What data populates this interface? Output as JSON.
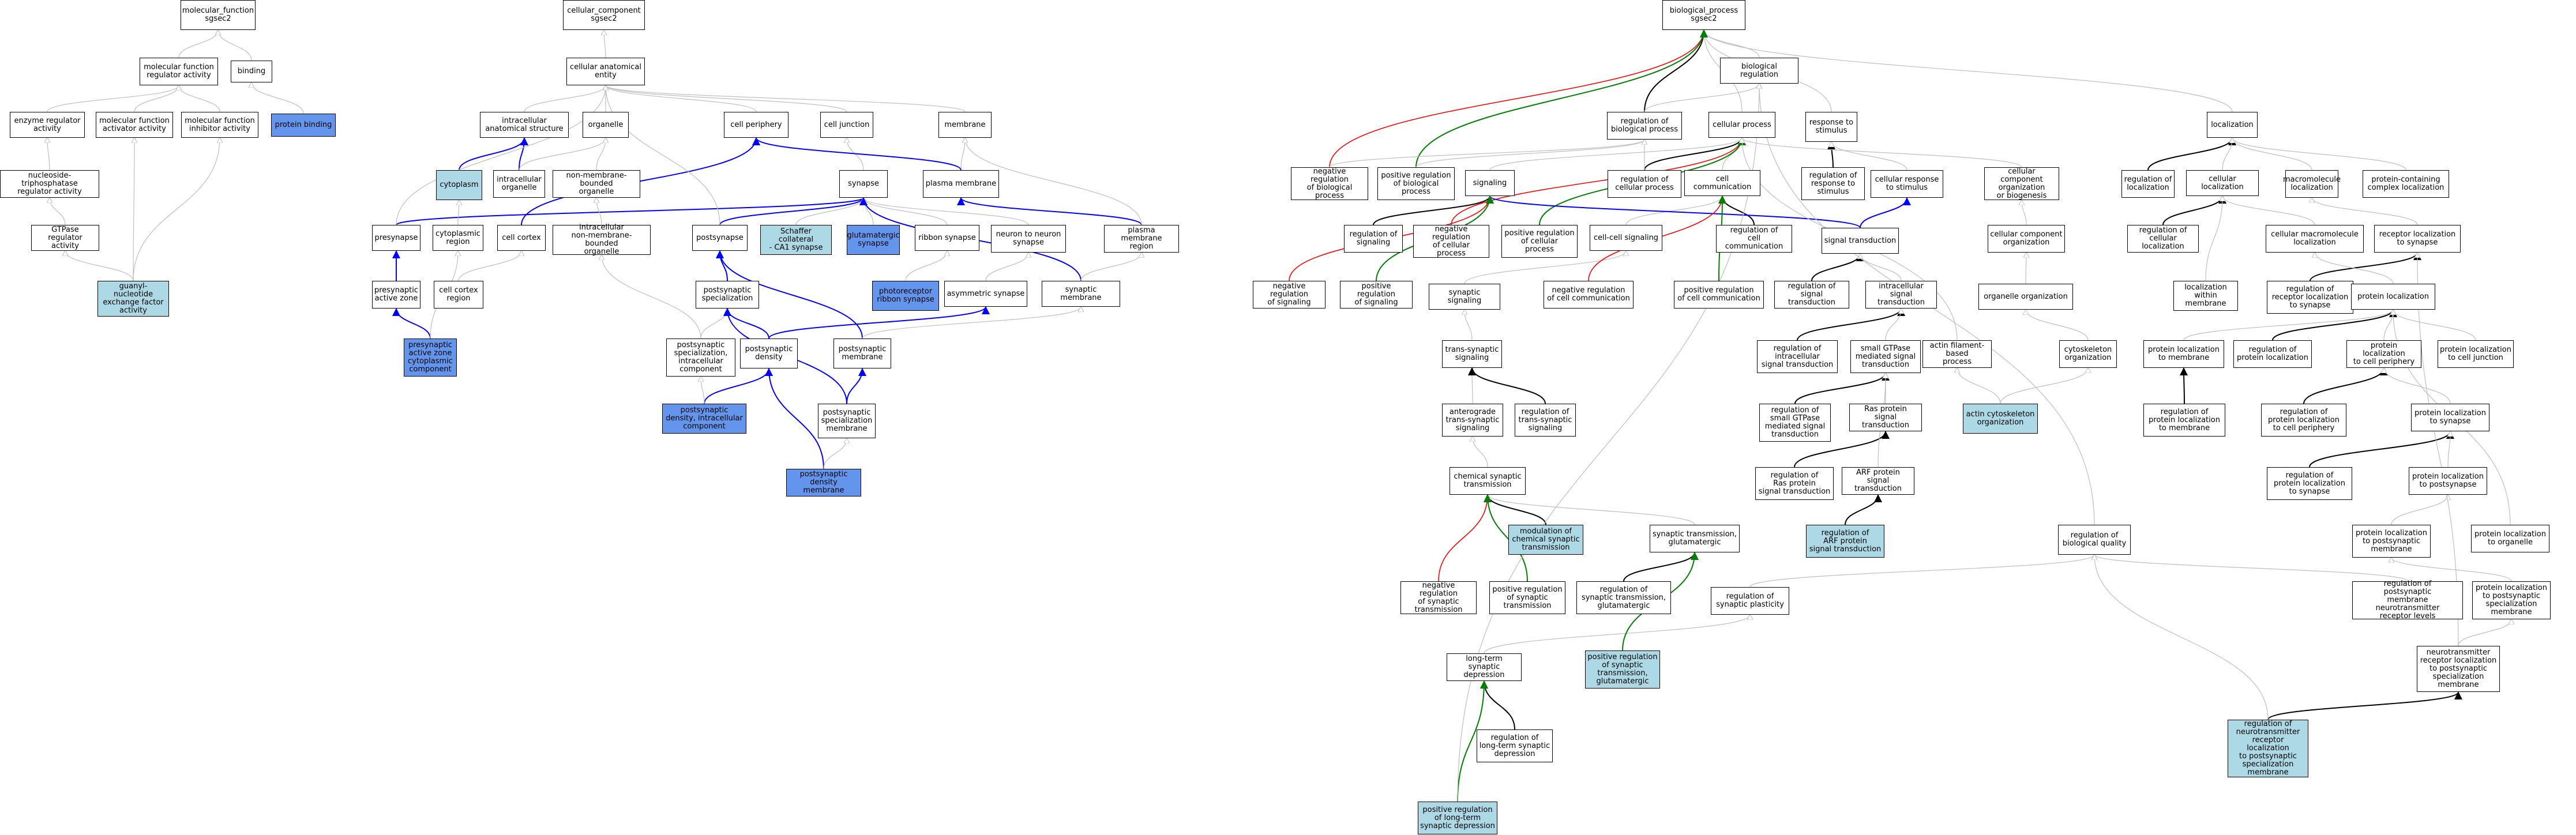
{
  "colors": {
    "node_border": "#000000",
    "highlight_light": "#add8e6",
    "highlight_blue": "#6495ed",
    "edge_is_a": "#bfbfbf",
    "edge_part_of": "#0000ff",
    "edge_regulates": "#000000",
    "edge_pos_regulates": "#008000",
    "edge_neg_regulates": "#ff0000"
  },
  "nodes": [
    {
      "id": "mf_root",
      "label": "molecular_function\nsgsec2"
    },
    {
      "id": "mf_reg",
      "label": "molecular function\nregulator activity"
    },
    {
      "id": "binding",
      "label": "binding"
    },
    {
      "id": "enz_reg",
      "label": "enzyme regulator\nactivity"
    },
    {
      "id": "mf_act",
      "label": "molecular function\nactivator activity"
    },
    {
      "id": "mf_inh",
      "label": "molecular function\ninhibitor activity"
    },
    {
      "id": "prot_bind",
      "label": "protein binding",
      "hl": "blue"
    },
    {
      "id": "ntp_reg",
      "label": "nucleoside-triphosphatase\nregulator activity"
    },
    {
      "id": "gtpase_reg",
      "label": "GTPase regulator\nactivity"
    },
    {
      "id": "gnef",
      "label": "guanyl-nucleotide\nexchange factor\nactivity",
      "hl": "light"
    },
    {
      "id": "cc_root",
      "label": "cellular_component\nsgsec2"
    },
    {
      "id": "cae",
      "label": "cellular anatomical\nentity"
    },
    {
      "id": "ias",
      "label": "intracellular\nanatomical structure"
    },
    {
      "id": "organelle",
      "label": "organelle"
    },
    {
      "id": "cell_periph",
      "label": "cell periphery"
    },
    {
      "id": "cell_junc",
      "label": "cell junction"
    },
    {
      "id": "membrane",
      "label": "membrane"
    },
    {
      "id": "cytoplasm",
      "label": "cytoplasm",
      "hl": "light"
    },
    {
      "id": "ic_org",
      "label": "intracellular\norganelle"
    },
    {
      "id": "nmbo",
      "label": "non-membrane-bounded\norganelle"
    },
    {
      "id": "synapse",
      "label": "synapse"
    },
    {
      "id": "plasma_mem",
      "label": "plasma membrane"
    },
    {
      "id": "presynapse",
      "label": "presynapse"
    },
    {
      "id": "cyto_region",
      "label": "cytoplasmic\nregion"
    },
    {
      "id": "cell_cortex",
      "label": "cell cortex"
    },
    {
      "id": "ic_nmbo",
      "label": "intracellular\nnon-membrane-bounded\norganelle"
    },
    {
      "id": "postsynapse",
      "label": "postsynapse"
    },
    {
      "id": "schaffer",
      "label": "Schaffer collateral\n- CA1 synapse",
      "hl": "light"
    },
    {
      "id": "glut_syn",
      "label": "glutamatergic\nsynapse",
      "hl": "blue"
    },
    {
      "id": "ribbon",
      "label": "ribbon synapse"
    },
    {
      "id": "n2n",
      "label": "neuron to neuron\nsynapse"
    },
    {
      "id": "pm_region",
      "label": "plasma membrane\nregion"
    },
    {
      "id": "pre_az",
      "label": "presynaptic\nactive zone"
    },
    {
      "id": "cc_region",
      "label": "cell cortex\nregion"
    },
    {
      "id": "ps_spec",
      "label": "postsynaptic\nspecialization"
    },
    {
      "id": "photo_ribbon",
      "label": "photoreceptor\nribbon synapse",
      "hl": "blue"
    },
    {
      "id": "asym",
      "label": "asymmetric synapse"
    },
    {
      "id": "syn_mem",
      "label": "synaptic membrane"
    },
    {
      "id": "pre_az_cyto",
      "label": "presynaptic\nactive zone\ncytoplasmic\ncomponent",
      "hl": "blue"
    },
    {
      "id": "ps_spec_ic",
      "label": "postsynaptic\nspecialization,\nintracellular\ncomponent"
    },
    {
      "id": "psd",
      "label": "postsynaptic\ndensity"
    },
    {
      "id": "ps_mem",
      "label": "postsynaptic\nmembrane"
    },
    {
      "id": "psd_ic",
      "label": "postsynaptic\ndensity, intracellular\ncomponent",
      "hl": "blue"
    },
    {
      "id": "ps_spec_mem",
      "label": "postsynaptic\nspecialization\nmembrane"
    },
    {
      "id": "psd_mem",
      "label": "postsynaptic\ndensity membrane",
      "hl": "blue"
    },
    {
      "id": "bp_root",
      "label": "biological_process\nsgsec2"
    },
    {
      "id": "bio_reg",
      "label": "biological regulation"
    },
    {
      "id": "reg_bp",
      "label": "regulation of\nbiological process"
    },
    {
      "id": "cell_proc",
      "label": "cellular process"
    },
    {
      "id": "resp_stim",
      "label": "response to\nstimulus"
    },
    {
      "id": "localization",
      "label": "localization"
    },
    {
      "id": "neg_reg_bp",
      "label": "negative regulation\nof biological\nprocess"
    },
    {
      "id": "pos_reg_bp",
      "label": "positive regulation\nof biological\nprocess"
    },
    {
      "id": "signaling",
      "label": "signaling"
    },
    {
      "id": "reg_cp",
      "label": "regulation of\ncellular process"
    },
    {
      "id": "cell_comm",
      "label": "cell communication"
    },
    {
      "id": "reg_resp_stim",
      "label": "regulation of\nresponse to\nstimulus"
    },
    {
      "id": "cell_resp_stim",
      "label": "cellular response\nto stimulus"
    },
    {
      "id": "cco_bio",
      "label": "cellular component\norganization\nor biogenesis"
    },
    {
      "id": "reg_loc",
      "label": "regulation of\nlocalization"
    },
    {
      "id": "cell_loc",
      "label": "cellular localization"
    },
    {
      "id": "macro_loc",
      "label": "macromolecule\nlocalization"
    },
    {
      "id": "pcc_loc",
      "label": "protein-containing\ncomplex localization"
    },
    {
      "id": "reg_sig",
      "label": "regulation of\nsignaling"
    },
    {
      "id": "neg_reg_cp",
      "label": "negative regulation\nof cellular\nprocess"
    },
    {
      "id": "pos_reg_cp",
      "label": "positive regulation\nof cellular\nprocess"
    },
    {
      "id": "cc_sig",
      "label": "cell-cell signaling"
    },
    {
      "id": "reg_cell_comm",
      "label": "regulation of\ncell communication"
    },
    {
      "id": "sig_trans",
      "label": "signal transduction"
    },
    {
      "id": "cco",
      "label": "cellular component\norganization"
    },
    {
      "id": "reg_cell_loc",
      "label": "regulation of\ncellular localization"
    },
    {
      "id": "cmm_loc",
      "label": "cellular macromolecule\nlocalization"
    },
    {
      "id": "rec_loc_syn",
      "label": "receptor localization\nto synapse"
    },
    {
      "id": "neg_reg_sig",
      "label": "negative regulation\nof signaling"
    },
    {
      "id": "pos_reg_sig",
      "label": "positive regulation\nof signaling"
    },
    {
      "id": "syn_sig",
      "label": "synaptic signaling"
    },
    {
      "id": "neg_reg_cc",
      "label": "negative regulation\nof cell communication"
    },
    {
      "id": "pos_reg_cc",
      "label": "positive regulation\nof cell communication"
    },
    {
      "id": "reg_sig_trans",
      "label": "regulation of\nsignal transduction"
    },
    {
      "id": "ic_sig_trans",
      "label": "intracellular\nsignal transduction"
    },
    {
      "id": "org_org",
      "label": "organelle organization"
    },
    {
      "id": "reg_rec_loc_syn",
      "label": "regulation of\nreceptor localization\nto synapse"
    },
    {
      "id": "prot_loc",
      "label": "protein localization"
    },
    {
      "id": "loc_within_mem",
      "label": "localization\nwithin membrane"
    },
    {
      "id": "trans_syn",
      "label": "trans-synaptic\nsignaling"
    },
    {
      "id": "reg_ic_sig",
      "label": "regulation of\nintracellular\nsignal transduction"
    },
    {
      "id": "sgtpase_sig",
      "label": "small GTPase\nmediated signal\ntransduction"
    },
    {
      "id": "afb",
      "label": "actin filament-based\nprocess"
    },
    {
      "id": "cytoskel_org",
      "label": "cytoskeleton\norganization"
    },
    {
      "id": "prot_loc_mem",
      "label": "protein localization\nto membrane"
    },
    {
      "id": "reg_prot_loc",
      "label": "regulation of\nprotein localization"
    },
    {
      "id": "prot_loc_periph",
      "label": "protein localization\nto cell periphery"
    },
    {
      "id": "prot_loc_junc",
      "label": "protein localization\nto cell junction"
    },
    {
      "id": "antero",
      "label": "anterograde\ntrans-synaptic\nsignaling"
    },
    {
      "id": "reg_trans_syn",
      "label": "regulation of\ntrans-synaptic\nsignaling"
    },
    {
      "id": "reg_sgtpase",
      "label": "regulation of\nsmall GTPase\nmediated signal\ntransduction"
    },
    {
      "id": "ras",
      "label": "Ras protein\nsignal transduction"
    },
    {
      "id": "actin_cyto",
      "label": "actin cytoskeleton\norganization",
      "hl": "light"
    },
    {
      "id": "reg_prot_loc_mem",
      "label": "regulation of\nprotein localization\nto membrane"
    },
    {
      "id": "reg_prot_loc_periph",
      "label": "regulation of\nprotein localization\nto cell periphery"
    },
    {
      "id": "prot_loc_syn",
      "label": "protein localization\nto synapse"
    },
    {
      "id": "chem_syn",
      "label": "chemical synaptic\ntransmission"
    },
    {
      "id": "reg_ras",
      "label": "regulation of\nRas protein\nsignal transduction"
    },
    {
      "id": "arf",
      "label": "ARF protein\nsignal transduction"
    },
    {
      "id": "reg_prot_loc_syn",
      "label": "regulation of\nprotein localization\nto synapse"
    },
    {
      "id": "prot_loc_postsyn",
      "label": "protein localization\nto postsynapse"
    },
    {
      "id": "mod_chem_syn",
      "label": "modulation of\nchemical synaptic\ntransmission",
      "hl": "light"
    },
    {
      "id": "syn_trans_glut",
      "label": "synaptic transmission,\nglutamatergic"
    },
    {
      "id": "reg_arf",
      "label": "regulation of\nARF protein\nsignal transduction",
      "hl": "light"
    },
    {
      "id": "reg_bio_qual",
      "label": "regulation of\nbiological quality"
    },
    {
      "id": "prot_loc_ps_mem",
      "label": "protein localization\nto postsynaptic\nmembrane"
    },
    {
      "id": "prot_loc_org",
      "label": "protein localization\nto organelle"
    },
    {
      "id": "neg_reg_syn",
      "label": "negative regulation\nof synaptic\ntransmission"
    },
    {
      "id": "pos_reg_syn",
      "label": "positive regulation\nof synaptic\ntransmission"
    },
    {
      "id": "reg_syn_glut",
      "label": "regulation of\nsynaptic transmission,\nglutamatergic"
    },
    {
      "id": "reg_syn_plast",
      "label": "regulation of\nsynaptic plasticity"
    },
    {
      "id": "reg_ps_nt",
      "label": "regulation of\npostsynaptic\nmembrane neurotransmitter\nreceptor levels"
    },
    {
      "id": "prot_loc_ps_spec_mem",
      "label": "protein localization\nto postsynaptic\nspecialization\nmembrane"
    },
    {
      "id": "ltd",
      "label": "long-term synaptic\ndepression"
    },
    {
      "id": "pos_reg_syn_glut",
      "label": "positive regulation\nof synaptic\ntransmission,\nglutamatergic",
      "hl": "light"
    },
    {
      "id": "nt_rec_loc",
      "label": "neurotransmitter\nreceptor localization\nto postsynaptic\nspecialization\nmembrane"
    },
    {
      "id": "reg_ltd",
      "label": "regulation of\nlong-term synaptic\ndepression"
    },
    {
      "id": "reg_nt_rec_loc",
      "label": "regulation of\nneurotransmitter\nreceptor localization\nto postsynaptic\nspecialization\nmembrane",
      "hl": "light"
    },
    {
      "id": "pos_reg_ltd",
      "label": "positive regulation\nof long-term\nsynaptic depression",
      "hl": "light"
    }
  ]
}
